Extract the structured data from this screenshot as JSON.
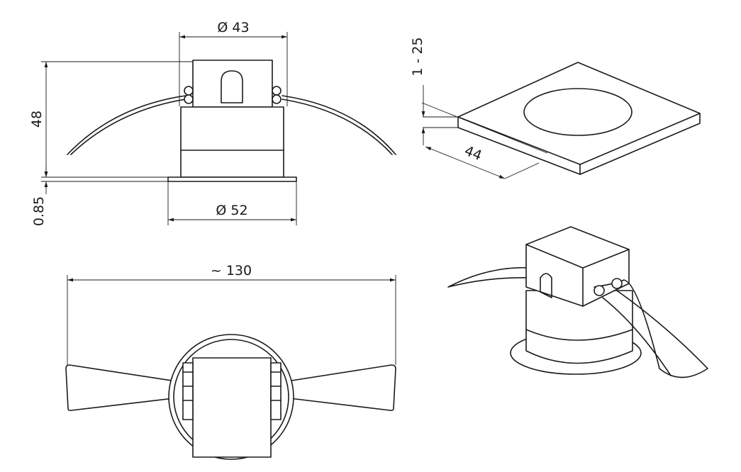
{
  "front_view": {
    "top_diameter": "Ø 43",
    "height": "48",
    "flange_thickness": "0.85",
    "flange_diameter": "Ø 52"
  },
  "cutout_view": {
    "ceiling_thickness": "1 - 25",
    "cutout_size": "44"
  },
  "bottom_view": {
    "overall_width": "~ 130"
  },
  "colors": {
    "line": "#1a1a1a",
    "background": "#ffffff"
  }
}
